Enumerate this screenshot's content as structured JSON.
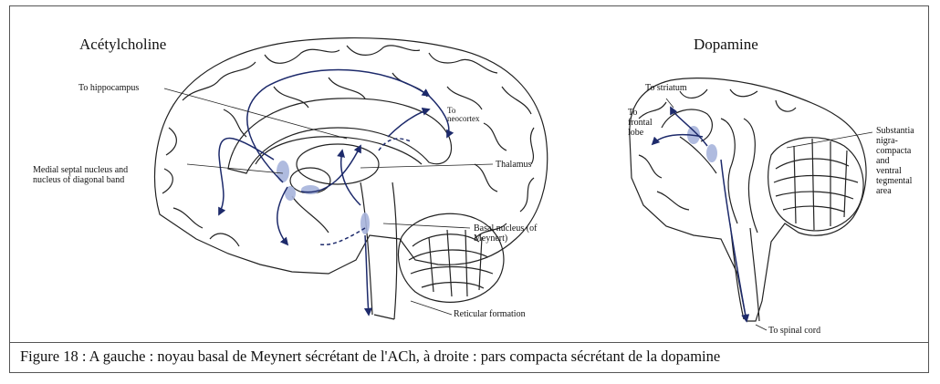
{
  "left_panel": {
    "title": "Acétylcholine",
    "labels": {
      "hippocampus": "To hippocampus",
      "neocortex": "To\nneocortex",
      "septal": "Medial septal nucleus and\nnucleus of diagonal band",
      "thalamus": "Thalamus",
      "basal": "Basal nucleus (of\nMeynert)",
      "reticular": "Reticular formation"
    }
  },
  "right_panel": {
    "title": "Dopamine",
    "labels": {
      "striatum": "To striatum",
      "frontal": "To\nfrontal\nlobe",
      "substantia": "Substantia\nnigra-\ncompacta\nand\nventral\ntegmental\narea",
      "spinal": "To spinal cord"
    }
  },
  "caption": "Figure 18 : A gauche : noyau basal de Meynert sécrétant de l'ACh, à droite : pars compacta sécrétant de la dopamine",
  "colors": {
    "pathway": "#1d2a6b",
    "nucleus": "#a7b4dc",
    "outline": "#222222"
  }
}
